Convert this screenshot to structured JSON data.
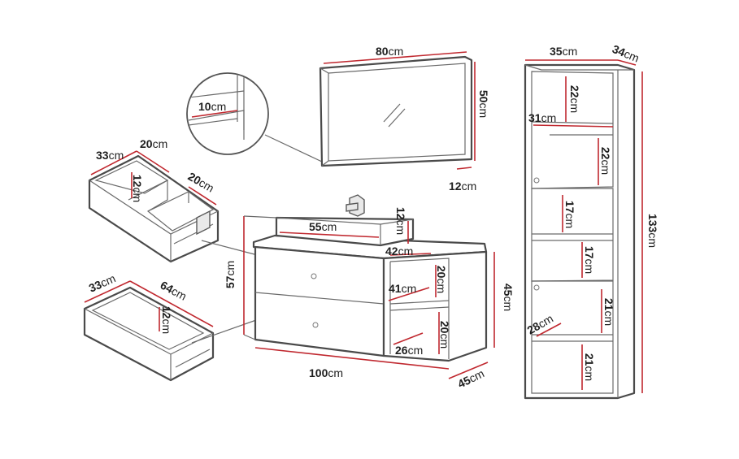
{
  "unit": "cm",
  "mirror": {
    "width": "80",
    "height": "50",
    "depth": "12"
  },
  "mirror_detail": {
    "thickness": "10"
  },
  "basin": {
    "width": "55",
    "height": "12"
  },
  "vanity": {
    "width": "100",
    "height": "57",
    "depth": "45",
    "side_height": "45",
    "top_depth": "42"
  },
  "vanity_shelves": {
    "width": "41",
    "upper_height": "20",
    "lower_height": "20",
    "lower_depth": "26"
  },
  "top_drawer": {
    "depth": "33",
    "inner_width": "20",
    "inner_height": "12",
    "side_width": "20"
  },
  "bottom_drawer": {
    "depth": "33",
    "width": "64",
    "height": "12"
  },
  "tall_cabinet": {
    "width": "35",
    "depth": "34",
    "height": "133",
    "inner_width": "31",
    "shelf_depth": "28",
    "compartments": [
      "22",
      "22",
      "17",
      "17",
      "21",
      "21"
    ]
  }
}
